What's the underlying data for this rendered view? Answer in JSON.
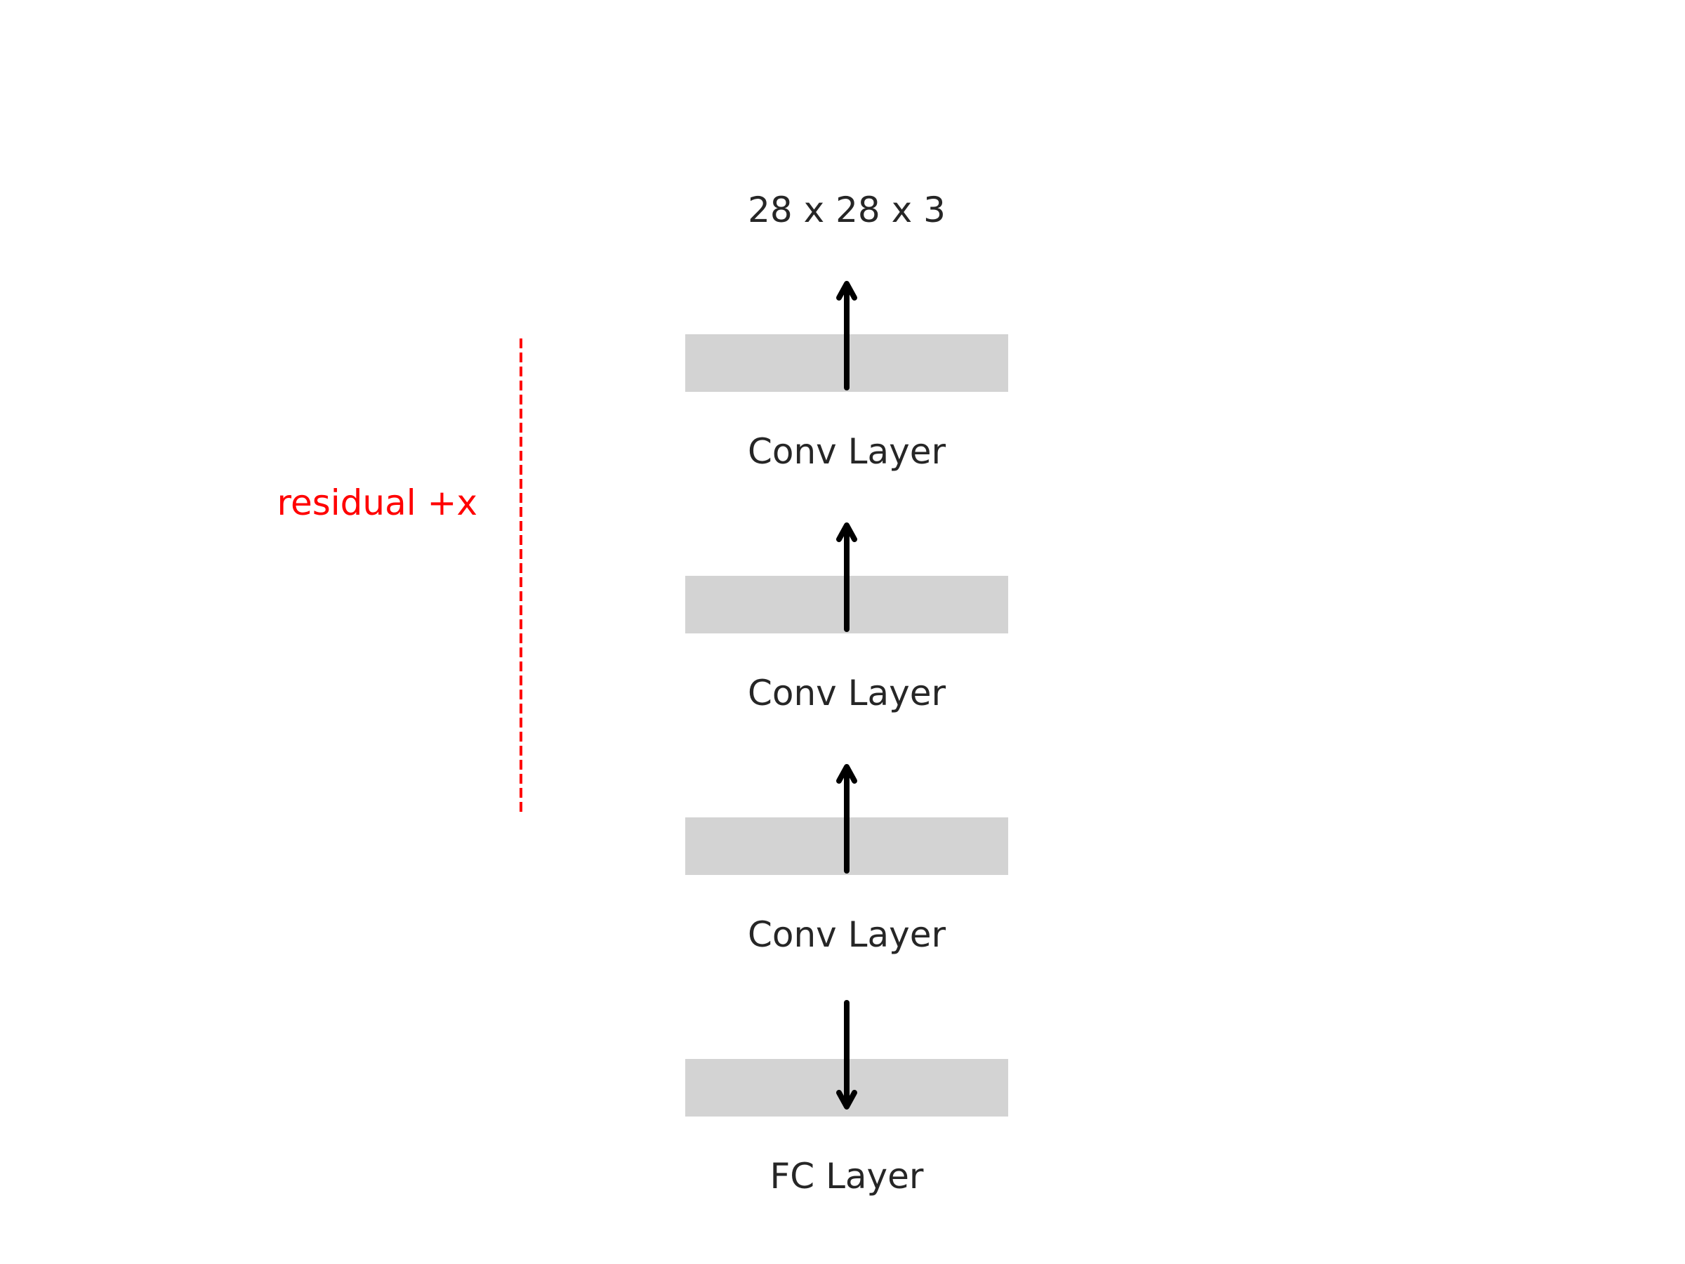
{
  "diagram": {
    "output_label": "28 x 28 x 3",
    "layers": [
      {
        "label": "Conv Layer",
        "arrow": "up"
      },
      {
        "label": "Conv Layer",
        "arrow": "up"
      },
      {
        "label": "Conv Layer",
        "arrow": "up"
      },
      {
        "label": "FC Layer",
        "arrow": "down"
      }
    ],
    "residual": {
      "label": "residual +x",
      "color": "#ff0000"
    },
    "block_color": "#d3d3d3",
    "arrow_color": "#000000",
    "text_color": "#262626"
  }
}
